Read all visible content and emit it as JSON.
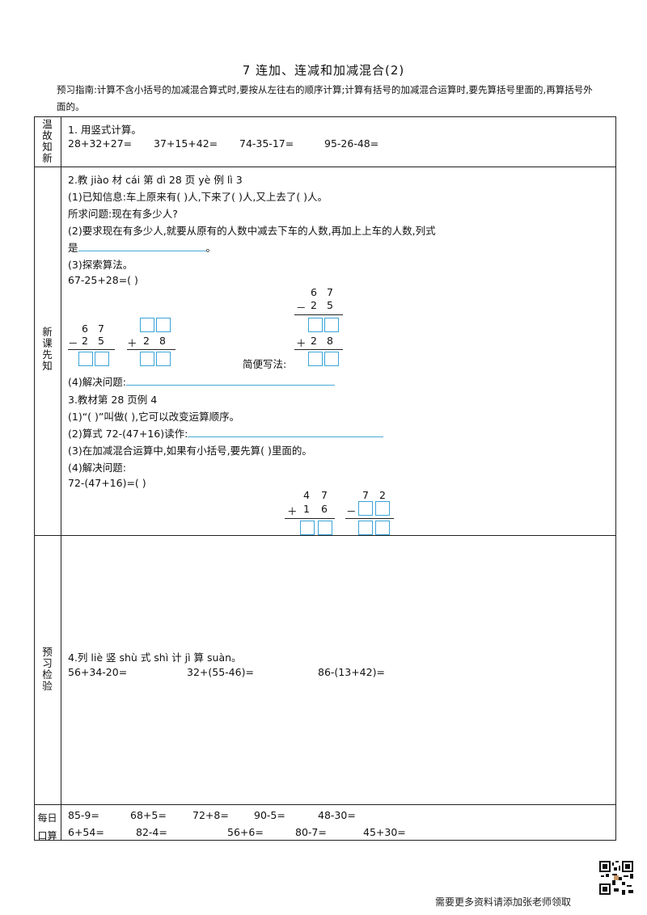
{
  "title": "7   连加、连减和加减混合(2)",
  "guide": "预习指南:计算不含小括号的加减混合算式时,要按从左往右的顺序计算;计算有括号的加减混合运算时,要先算括号里面的,再算括号外面的。",
  "sections": {
    "review": "温故知新",
    "new": "新课先知",
    "check": "预习检验",
    "daily": "每日口算"
  },
  "q1": {
    "label": "1.  用竖式计算。",
    "items": [
      "28+32+27=",
      "37+15+42=",
      "74-35-17=",
      "95-26-48="
    ]
  },
  "q2": {
    "label": "2.教 jiào 材 cái 第 dì 28 页 yè 例 lì 3",
    "p1": "(1)已知信息:车上原来有(      )人,下来了(      )人,又上去了(      )人。",
    "p2": "所求问题:现在有多少人?",
    "p3": "(2)要求现在有多少人,就要从原有的人数中减去下车的人数,再加上上车的人数,列式",
    "p4a": "是",
    "p4b": "。",
    "p5": "(3)探索算法。",
    "p6": "67-25+28=(      )",
    "simple": "简便写法:",
    "p7": "(4)解决问题:",
    "digits_a": [
      "6",
      "7",
      "－",
      "2",
      "5",
      "＋",
      "2",
      "8"
    ],
    "digits_b": [
      "6",
      "7",
      "－",
      "2",
      "5",
      "＋",
      "2",
      "8"
    ]
  },
  "q3": {
    "label": "3.教材第 28 页例 4",
    "p1": "(1)“(      )”叫做(      ),它可以改变运算顺序。",
    "p2": "(2)算式 72-(47+16)读作:",
    "p3": "(3)在加减混合运算中,如果有小括号,要先算(              )里面的。",
    "p4": "(4)解决问题:",
    "p5": "72-(47+16)=(      )",
    "digits_a": [
      "4",
      "7",
      "＋",
      "1",
      "6"
    ],
    "digits_b": [
      "7",
      "2",
      "－"
    ]
  },
  "q4": {
    "label": "4.列 liè 竖 shù 式 shì 计 jì 算 suàn。",
    "items": [
      "56+34-20=",
      "32+(55-46)=",
      "86-(13+42)="
    ]
  },
  "daily": {
    "row1": [
      "85-9=",
      "68+5=",
      "72+8=",
      "90-5=",
      "48-30="
    ],
    "row2": [
      "6+54=",
      "82-4=",
      "56+6=",
      "80-7=",
      "45+30="
    ]
  },
  "footer": "需要更多资料请添加张老师领取"
}
